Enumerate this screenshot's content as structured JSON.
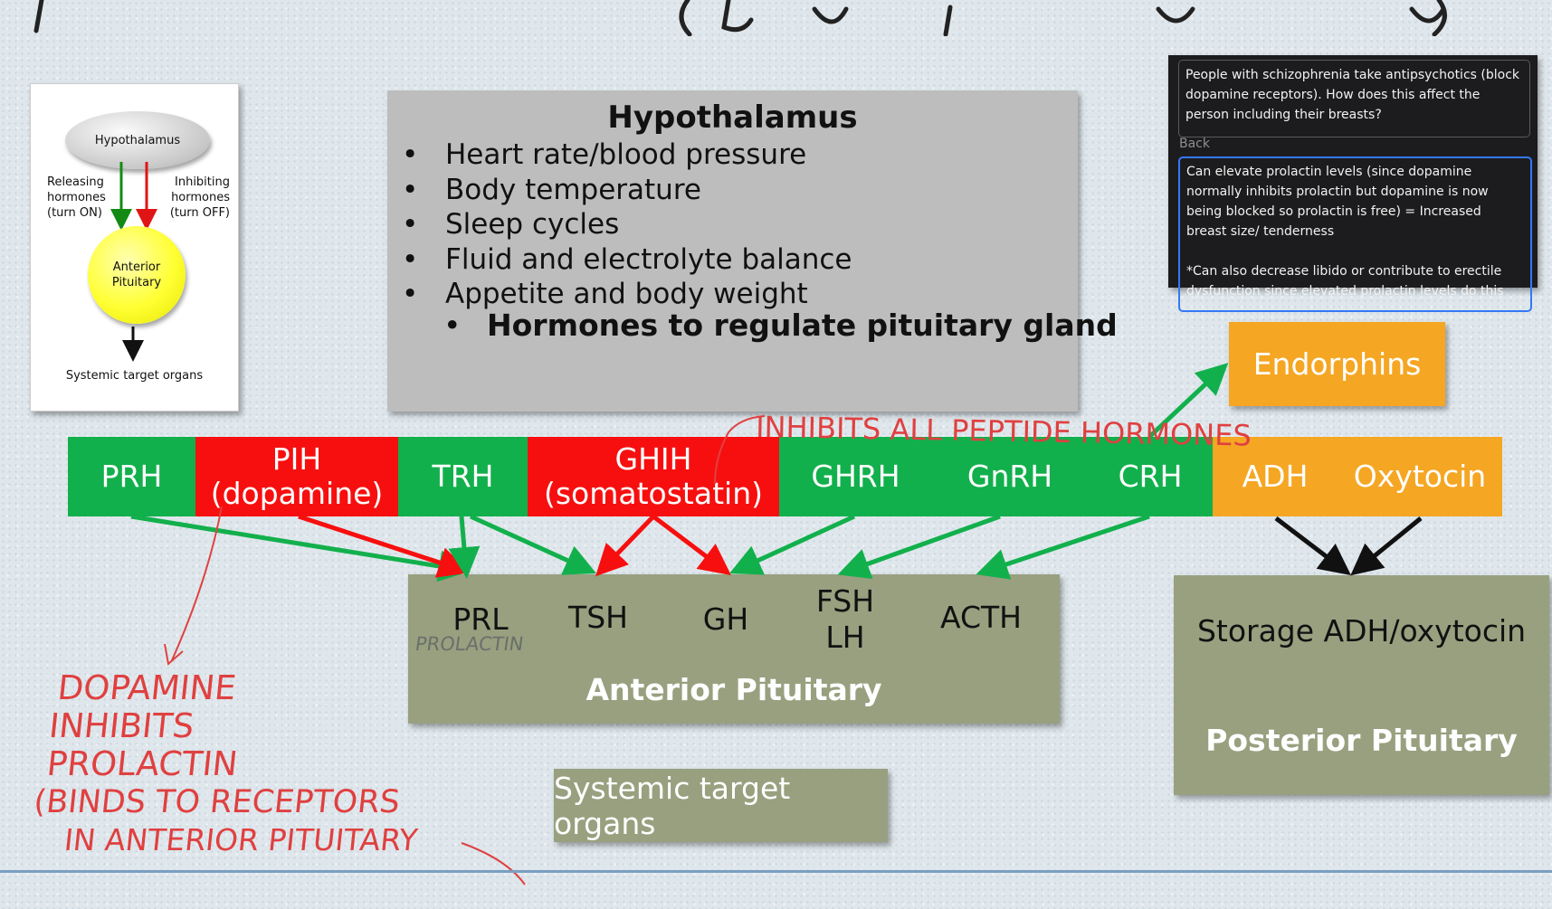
{
  "inset": {
    "hypothalamus": "Hypothalamus",
    "releasing": [
      "Releasing",
      "hormones",
      "(turn ON)"
    ],
    "inhibiting": [
      "Inhibiting",
      "hormones",
      "(turn OFF)"
    ],
    "anterior_pituitary": [
      "Anterior",
      "Pituitary"
    ],
    "systemic": "Systemic target organs"
  },
  "hypothalamus_box": {
    "title": "Hypothalamus",
    "items": [
      "Heart rate/blood pressure",
      "Body temperature",
      "Sleep cycles",
      "Fluid and electrolyte balance",
      "Appetite and body weight"
    ],
    "subitem": "Hormones to regulate pituitary gland"
  },
  "flashcard": {
    "question": "People with schizophrenia take antipsychotics (block dopamine receptors). How does this affect the person including their breasts?",
    "back_label": "Back",
    "answer_1": "Can elevate prolactin levels (since dopamine normally inhibits prolactin but dopamine is now being blocked so prolactin is free) = Increased breast size/ tenderness",
    "answer_2": "*Can also decrease libido or contribute to erectile dysfunction since elevated prolactin levels do this"
  },
  "endorphins": "Endorphins",
  "hormones": {
    "prh": "PRH",
    "pih": [
      "PIH",
      "(dopamine)"
    ],
    "trh": "TRH",
    "ghih": [
      "GHIH",
      "(somatostatin)"
    ],
    "ghrh": "GHRH",
    "gnrh": "GnRH",
    "crh": "CRH",
    "adh": "ADH",
    "oxytocin": "Oxytocin"
  },
  "anterior": {
    "prl": "PRL",
    "prl_note": "PROLACTIN",
    "tsh": "TSH",
    "gh": "GH",
    "fsh": "FSH",
    "lh": "LH",
    "acth": "ACTH",
    "title": "Anterior Pituitary"
  },
  "posterior": {
    "storage": "Storage ADH/oxytocin",
    "title": "Posterior Pituitary"
  },
  "systemic": "Systemic target organs",
  "annotations": {
    "inhibits": "INHIBITS ALL PEPTIDE HORMONES",
    "dopamine_note": [
      "DOPAMINE",
      "INHIBITS",
      "PROLACTIN",
      "(BINDS TO RECEPTORS",
      "IN ANTERIOR PITUITARY"
    ]
  },
  "colors": {
    "stimulating": "#12b04c",
    "inhibiting": "#f70f0f",
    "posterior_hormones": "#f5a623",
    "pituitary_box": "#98a07f",
    "hypothalamus_box": "#bdbdbd"
  }
}
